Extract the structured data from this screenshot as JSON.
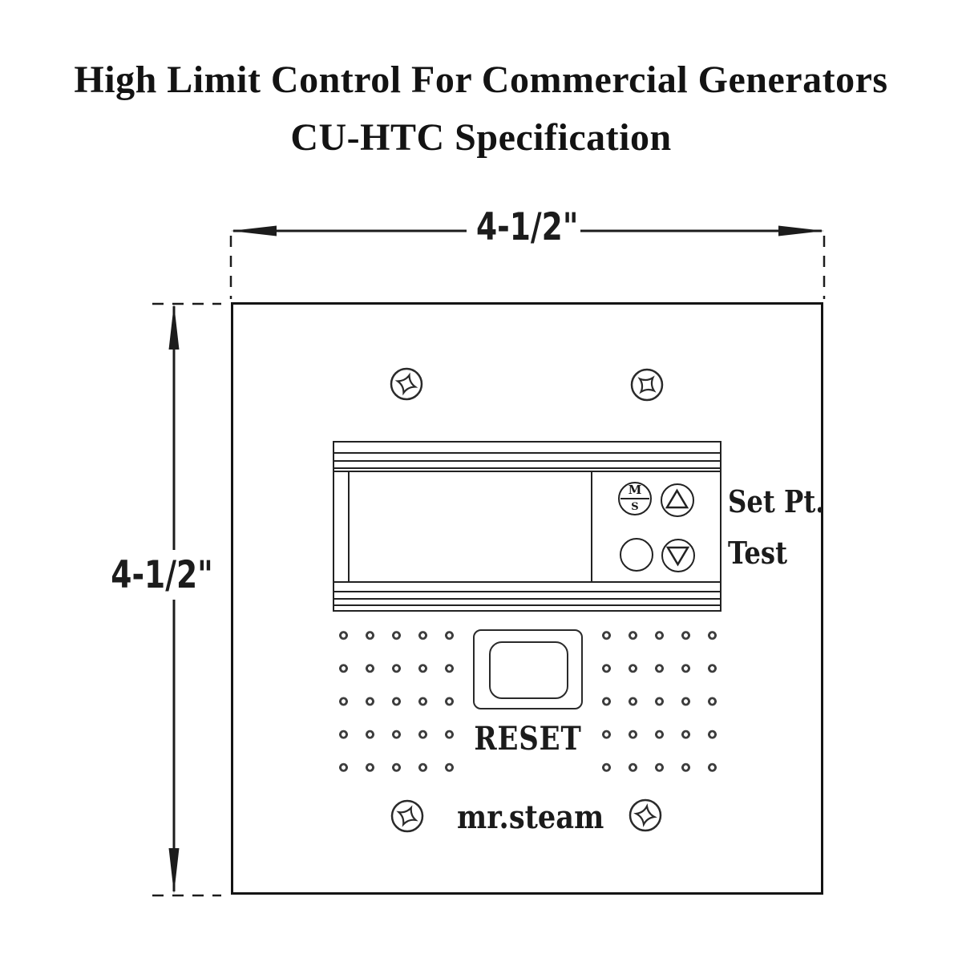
{
  "title": {
    "line1": "High Limit Control For Commercial Generators",
    "line2": "CU-HTC Specification"
  },
  "dimensions": {
    "width_label": "4-1/2\"",
    "height_label": "4-1/2\""
  },
  "panel": {
    "display": {
      "buttons": {
        "mode_top_letter": "M",
        "mode_bottom_letter": "S",
        "up_icon": "up-triangle-button-icon",
        "down_icon": "down-triangle-button-icon",
        "blank_icon": "round-button-icon"
      },
      "labels": {
        "set_pt": "Set Pt.",
        "test": "Test"
      }
    },
    "reset": {
      "label": "RESET"
    },
    "brand": "mr.steam",
    "dot_grid": {
      "rows": 5,
      "cols": 5,
      "sides": [
        "left",
        "right"
      ]
    },
    "screws": {
      "count": 4,
      "icon": "phillips-screw-icon"
    }
  },
  "colors": {
    "line": "#1a1a1a",
    "background": "#ffffff"
  }
}
